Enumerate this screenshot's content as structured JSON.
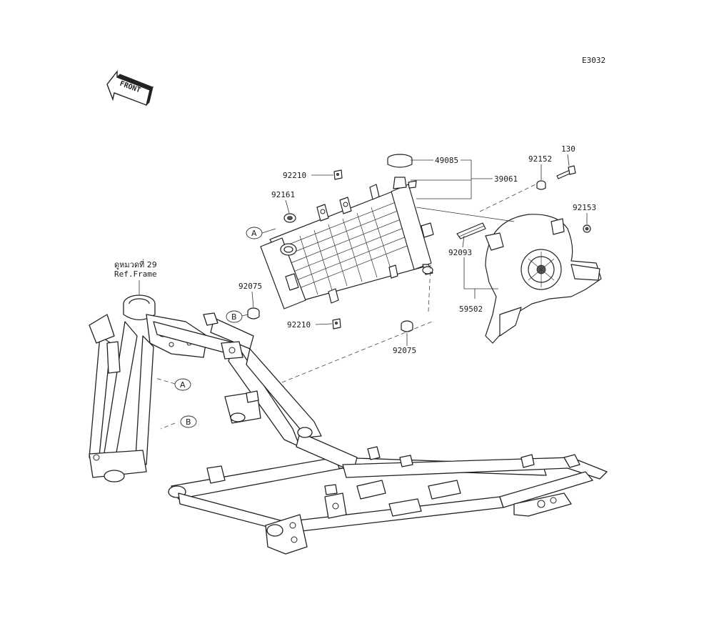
{
  "diagram_code": "E3032",
  "front_arrow_label": "FRONT",
  "reference": {
    "thai": "ดูหมวดที่ 29",
    "english": "Ref.Frame"
  },
  "callouts": [
    {
      "id": "A",
      "label": "A"
    },
    {
      "id": "B",
      "label": "B"
    }
  ],
  "part_numbers": {
    "p49085": "49085",
    "p39061": "39061",
    "p92210_top": "92210",
    "p92161": "92161",
    "p92075_left": "92075",
    "p92210_bottom": "92210",
    "p92075_bottom": "92075",
    "p92152": "92152",
    "p130": "130",
    "p92153": "92153",
    "p92093": "92093",
    "p59502": "59502"
  }
}
